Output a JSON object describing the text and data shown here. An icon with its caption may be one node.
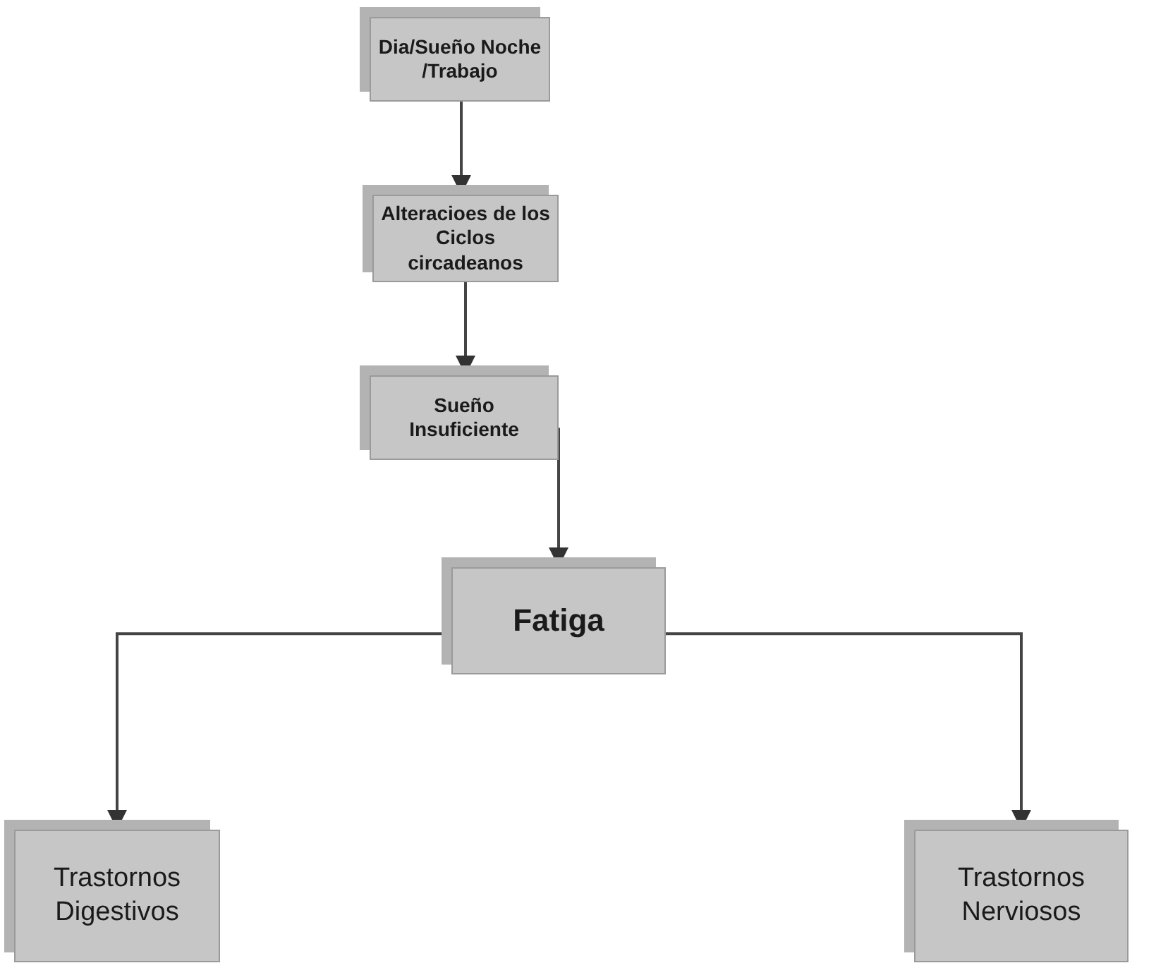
{
  "diagram": {
    "nodes": [
      {
        "text": [
          "Dia/Sueño Noche /Trabajo"
        ]
      },
      {
        "text": [
          "Alteracioes de los Ciclos circadeanos"
        ]
      },
      {
        "text": [
          "Sueño Insuficiente"
        ]
      },
      {
        "text": [
          "Fatiga"
        ]
      },
      {
        "text": [
          "Trastornos Digestivos"
        ]
      },
      {
        "text": [
          "Trastornos Nerviosos"
        ]
      }
    ],
    "edges": [
      {
        "from": 0,
        "to": 1,
        "arrow": "to"
      },
      {
        "from": 1,
        "to": 2,
        "arrow": "to"
      },
      {
        "from": 2,
        "to": 3,
        "arrow": "to"
      },
      {
        "from": 3,
        "to": 4,
        "arrow": "to"
      },
      {
        "from": 3,
        "to": 5,
        "arrow": "to"
      }
    ]
  }
}
